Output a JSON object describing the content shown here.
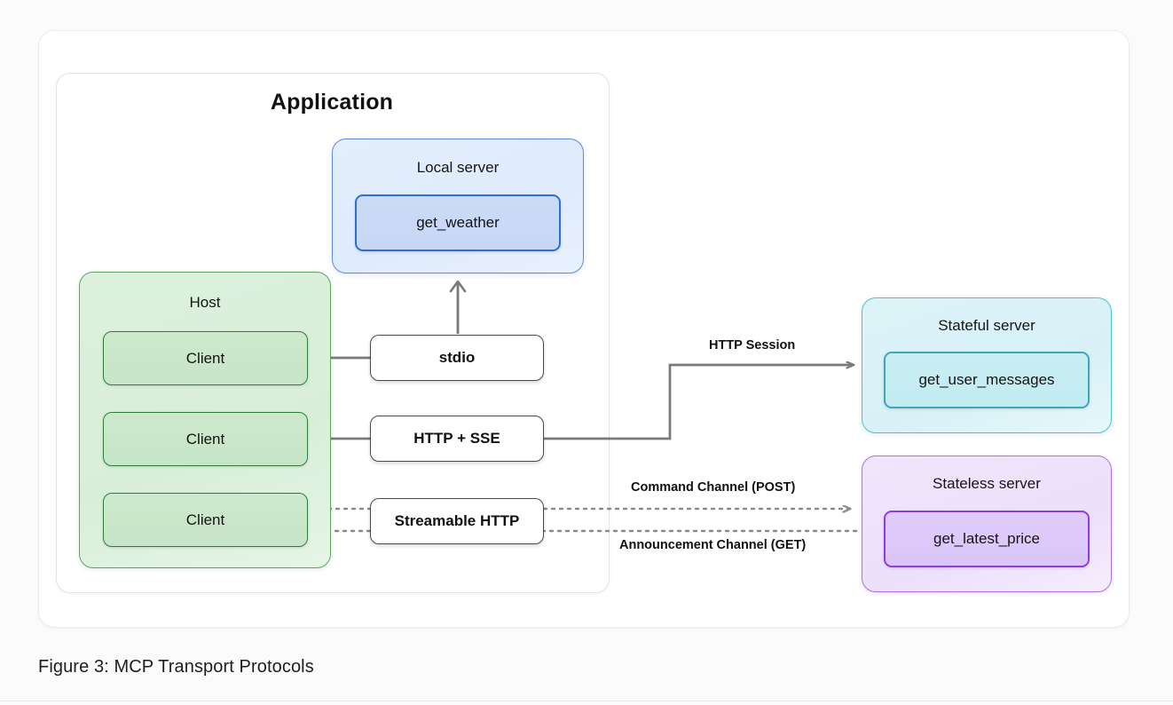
{
  "figure": {
    "caption": "Figure 3: MCP Transport Protocols"
  },
  "application": {
    "title": "Application",
    "local_server": {
      "title": "Local server",
      "tool": "get_weather",
      "color": "#5b8dd6"
    },
    "host": {
      "title": "Host",
      "clients": [
        {
          "label": "Client"
        },
        {
          "label": "Client"
        },
        {
          "label": "Client"
        }
      ],
      "color": "#5aa85c"
    },
    "transports": [
      {
        "label": "stdio"
      },
      {
        "label": "HTTP + SSE"
      },
      {
        "label": "Streamable HTTP"
      }
    ]
  },
  "remote_servers": [
    {
      "title": "Stateful server",
      "tool": "get_user_messages",
      "color": "#4cbfd0"
    },
    {
      "title": "Stateless server",
      "tool": "get_latest_price",
      "color": "#a973e8"
    }
  ],
  "connectors": [
    {
      "label": "HTTP Session",
      "style": "solid"
    },
    {
      "label": "Command Channel (POST)",
      "style": "dotted"
    },
    {
      "label": "Announcement Channel (GET)",
      "style": "dotted"
    }
  ],
  "colors": {
    "wire": "#7a7a7a",
    "canvas": "#fbfbfb",
    "card": "#ffffff"
  }
}
